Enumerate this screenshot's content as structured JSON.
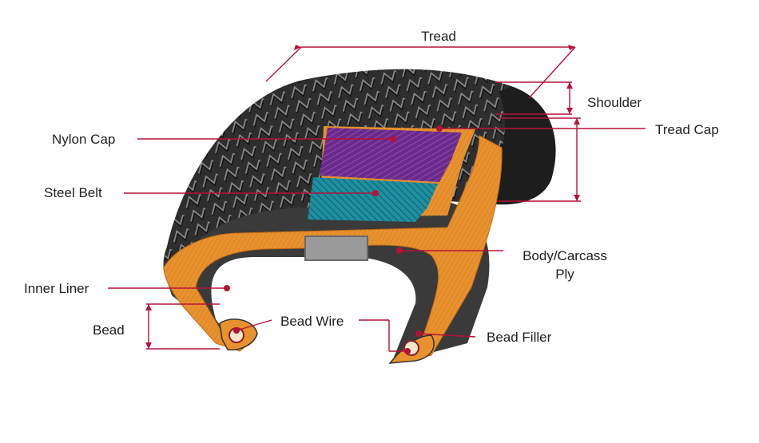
{
  "labels": {
    "tread": "Tread",
    "shoulder": "Shoulder",
    "tread_cap": "Tread Cap",
    "nylon_cap": "Nylon Cap",
    "steel_belt": "Steel Belt",
    "body_ply_line1": "Body/Carcass",
    "body_ply_line2": "Ply",
    "inner_liner": "Inner Liner",
    "bead": "Bead",
    "bead_wire": "Bead Wire",
    "bead_filler": "Bead Filler"
  },
  "colors": {
    "callout": "#b5123a",
    "tread_rubber": "#2b2b2b",
    "nylon_cap": "#6a2a8a",
    "steel_belt": "#1e8fa0",
    "body_ply": "#e8922f"
  }
}
